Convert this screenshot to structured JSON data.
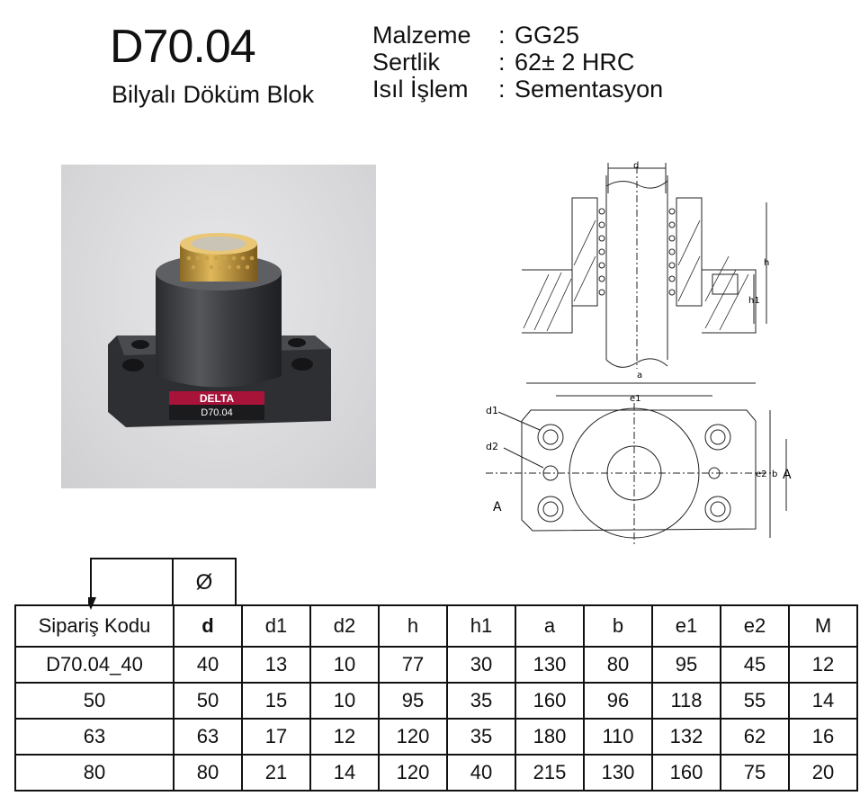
{
  "header": {
    "title": "D70.04",
    "subtitle": "Bilyalı Döküm Blok",
    "specs": [
      {
        "label": "Malzeme",
        "value": "GG25"
      },
      {
        "label": "Sertlik",
        "value": "62± 2 HRC"
      },
      {
        "label": "Isıl İşlem",
        "value": "Sementasyon"
      }
    ]
  },
  "photo": {
    "brand": "DELTA",
    "code": "D70.04"
  },
  "drawing": {
    "labels": {
      "d": "d",
      "h": "h",
      "h1": "h1",
      "a": "a",
      "e1": "e1",
      "d1": "d1",
      "d2": "d2",
      "A_left": "A",
      "e2": "e2",
      "b": "b",
      "A_right": "A"
    }
  },
  "table": {
    "phi": "Ø",
    "headers": [
      "Sipariş Kodu",
      "d",
      "d1",
      "d2",
      "h",
      "h1",
      "a",
      "b",
      "e1",
      "e2",
      "M"
    ],
    "rows": [
      [
        "D70.04_40",
        "40",
        "13",
        "10",
        "77",
        "30",
        "130",
        "80",
        "95",
        "45",
        "12"
      ],
      [
        "50",
        "50",
        "15",
        "10",
        "95",
        "35",
        "160",
        "96",
        "118",
        "55",
        "14"
      ],
      [
        "63",
        "63",
        "17",
        "12",
        "120",
        "35",
        "180",
        "110",
        "132",
        "62",
        "16"
      ],
      [
        "80",
        "80",
        "21",
        "14",
        "120",
        "40",
        "215",
        "130",
        "160",
        "75",
        "20"
      ]
    ]
  }
}
